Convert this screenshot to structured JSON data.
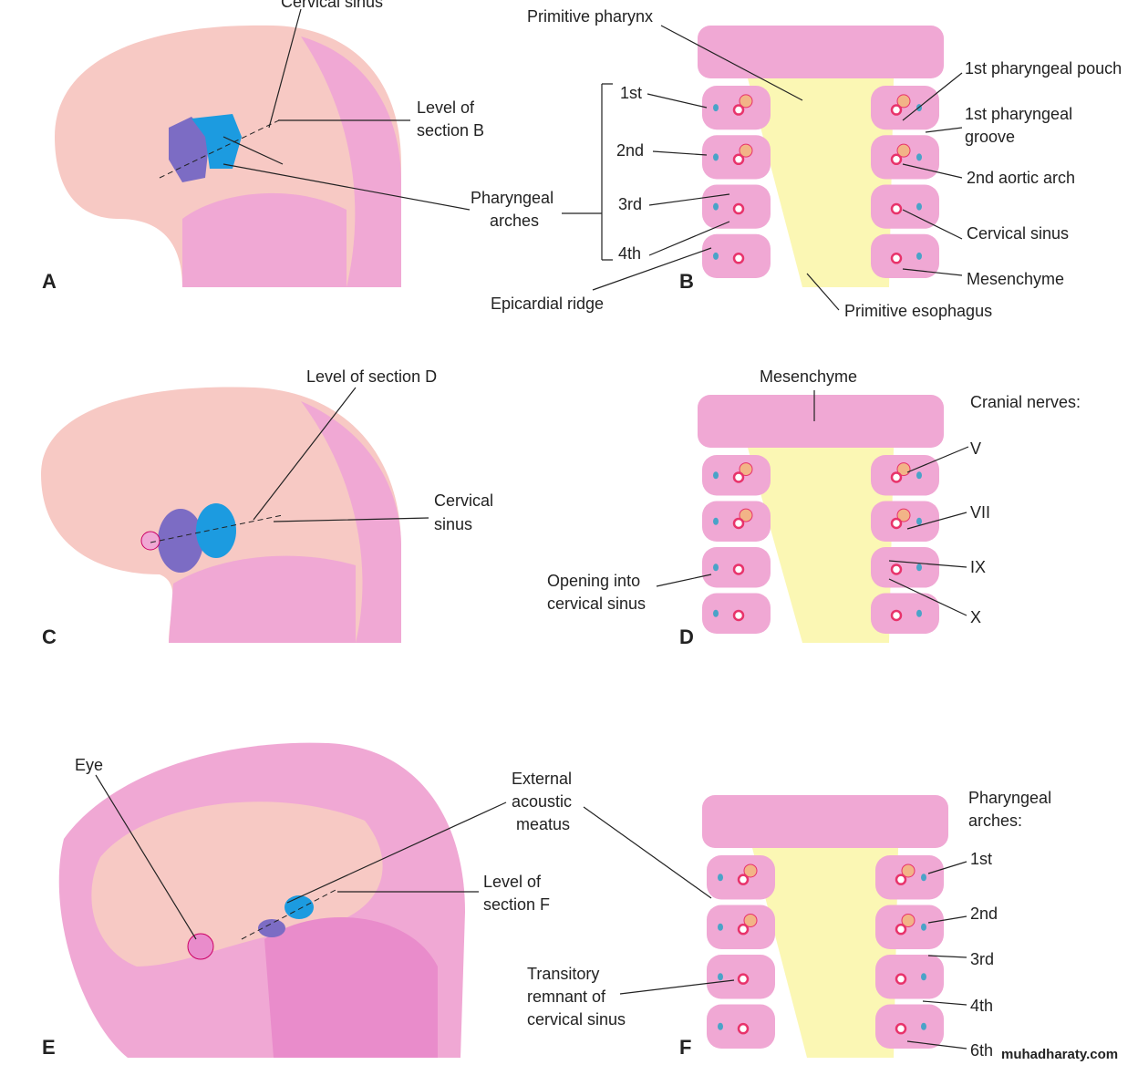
{
  "colors": {
    "pink": "#f0a8d4",
    "skin": "#f7c7c7",
    "yellow": "#fbf7b4",
    "purple": "#7c6cc4",
    "blue": "#1c9be0",
    "vessel": "#e8336b",
    "nerve": "#4aa3c8",
    "artery_fill": "#f2b487"
  },
  "panelA": {
    "letter": "A",
    "cervical_sinus": "Cervical sinus",
    "level1": "Level of",
    "level2": "section B",
    "arches1": "Pharyngeal",
    "arches2": "arches"
  },
  "panelB": {
    "letter": "B",
    "primitive_pharynx": "Primitive pharynx",
    "first": "1st",
    "second": "2nd",
    "third": "3rd",
    "fourth": "4th",
    "epicardial_ridge": "Epicardial ridge",
    "pouch": "1st pharyngeal pouch",
    "groove1": "1st pharyngeal",
    "groove2": "groove",
    "aortic_arch": "2nd aortic arch",
    "cervical_sinus": "Cervical sinus",
    "mesenchyme": "Mesenchyme",
    "esophagus": "Primitive esophagus"
  },
  "panelC": {
    "letter": "C",
    "level": "Level of section D",
    "sinus1": "Cervical",
    "sinus2": "sinus"
  },
  "panelD": {
    "letter": "D",
    "mesenchyme": "Mesenchyme",
    "cranial_nerves": "Cranial nerves:",
    "v": "V",
    "vii": "VII",
    "ix": "IX",
    "x": "X",
    "opening1": "Opening into",
    "opening2": "cervical sinus"
  },
  "panelE": {
    "letter": "E",
    "eye": "Eye",
    "meatus1": "External",
    "meatus2": "acoustic",
    "meatus3": "meatus",
    "level1": "Level of",
    "level2": "section F"
  },
  "panelF": {
    "letter": "F",
    "arches1": "Pharyngeal",
    "arches2": "arches:",
    "first": "1st",
    "second": "2nd",
    "third": "3rd",
    "fourth": "4th",
    "sixth": "6th",
    "remnant1": "Transitory",
    "remnant2": "remnant of",
    "remnant3": "cervical sinus"
  },
  "watermark": "muhadharaty.com"
}
